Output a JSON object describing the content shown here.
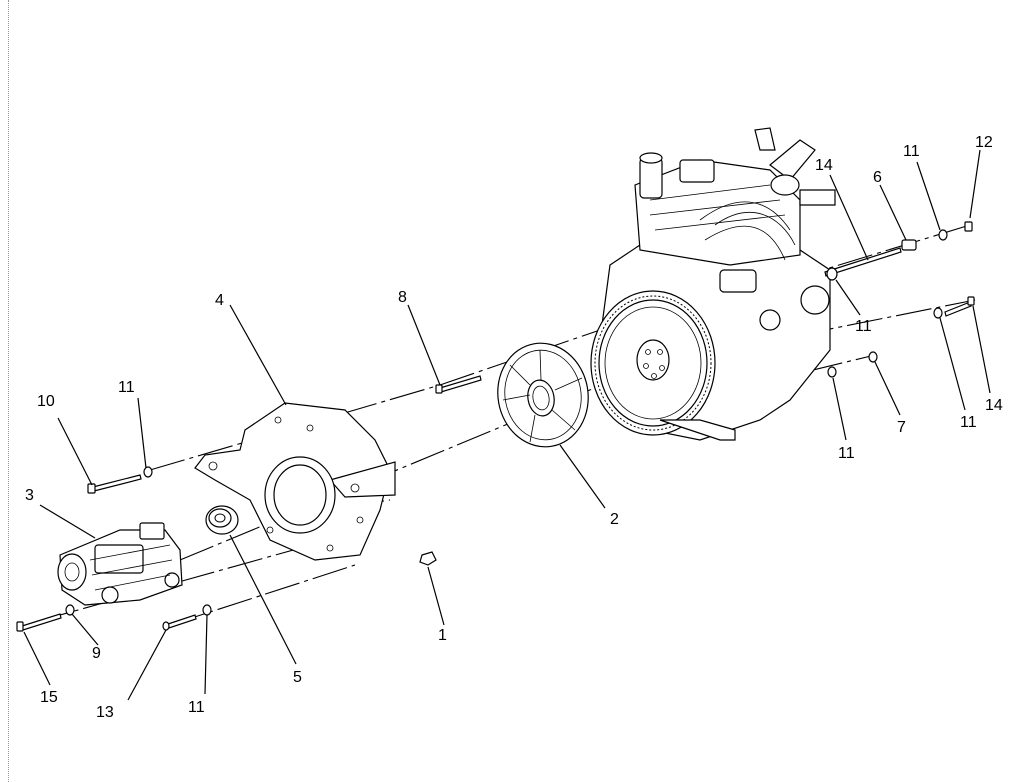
{
  "diagram": {
    "type": "exploded-parts-view",
    "callouts": [
      {
        "id": "c1",
        "label": "1"
      },
      {
        "id": "c2",
        "label": "2"
      },
      {
        "id": "c3",
        "label": "3"
      },
      {
        "id": "c4",
        "label": "4"
      },
      {
        "id": "c5",
        "label": "5"
      },
      {
        "id": "c6",
        "label": "6"
      },
      {
        "id": "c7",
        "label": "7"
      },
      {
        "id": "c8",
        "label": "8"
      },
      {
        "id": "c9",
        "label": "9"
      },
      {
        "id": "c10",
        "label": "10"
      },
      {
        "id": "c11a",
        "label": "11"
      },
      {
        "id": "c11b",
        "label": "11"
      },
      {
        "id": "c11c",
        "label": "11"
      },
      {
        "id": "c11d",
        "label": "11"
      },
      {
        "id": "c11e",
        "label": "11"
      },
      {
        "id": "c11f",
        "label": "11"
      },
      {
        "id": "c12",
        "label": "12"
      },
      {
        "id": "c13",
        "label": "13"
      },
      {
        "id": "c14a",
        "label": "14"
      },
      {
        "id": "c14b",
        "label": "14"
      },
      {
        "id": "c15",
        "label": "15"
      }
    ]
  }
}
